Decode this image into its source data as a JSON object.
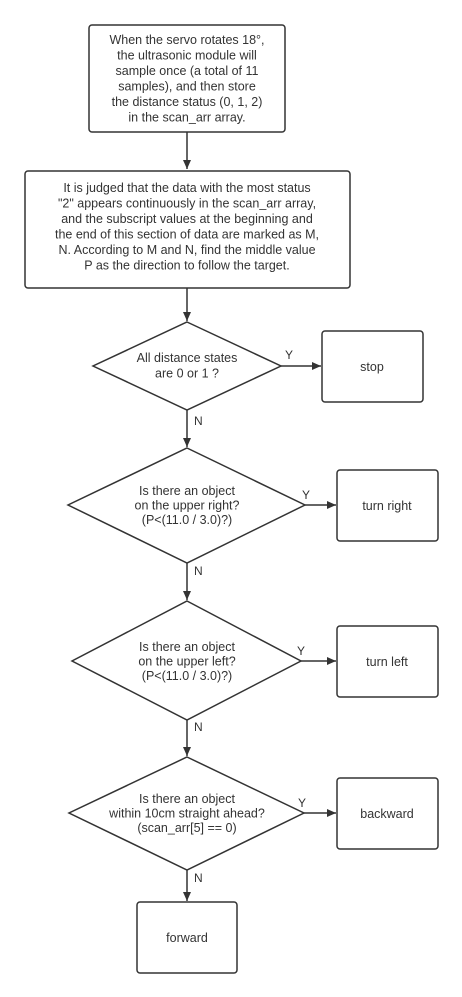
{
  "colors": {
    "stroke": "#333333",
    "fill": "#ffffff",
    "text": "#333333"
  },
  "nodes": {
    "sample": {
      "lines": [
        "When the servo rotates 18°,",
        "the ultrasonic module will",
        "sample once (a total of 11",
        "samples), and then store",
        "the distance status (0, 1, 2)",
        "in the scan_arr array."
      ]
    },
    "judge": {
      "lines": [
        "It is judged that the data with the most status",
        "\"2\" appears continuously in the scan_arr array,",
        "and the subscript values at the beginning and",
        "the end of this section of data are marked as M,",
        "N. According to M and N, find the middle value",
        "P as the direction to follow the target."
      ]
    },
    "decision_all": {
      "lines": [
        "All distance states",
        "are 0 or 1 ?"
      ]
    },
    "stop": {
      "lines": [
        "stop"
      ]
    },
    "decision_right": {
      "lines": [
        "Is there an object",
        "on the upper right?",
        "(P<(11.0 / 3.0)?)"
      ]
    },
    "turn_right": {
      "lines": [
        "turn right"
      ]
    },
    "decision_left": {
      "lines": [
        "Is there an object",
        "on the upper left?",
        "(P<(11.0 / 3.0)?)"
      ]
    },
    "turn_left": {
      "lines": [
        "turn left"
      ]
    },
    "decision_ahead": {
      "lines": [
        "Is there an object",
        "within 10cm straight ahead?",
        "(scan_arr[5] == 0)"
      ]
    },
    "backward": {
      "lines": [
        "backward"
      ]
    },
    "forward": {
      "lines": [
        "forward"
      ]
    }
  },
  "edge_labels": {
    "yes": "Y",
    "no": "N"
  }
}
